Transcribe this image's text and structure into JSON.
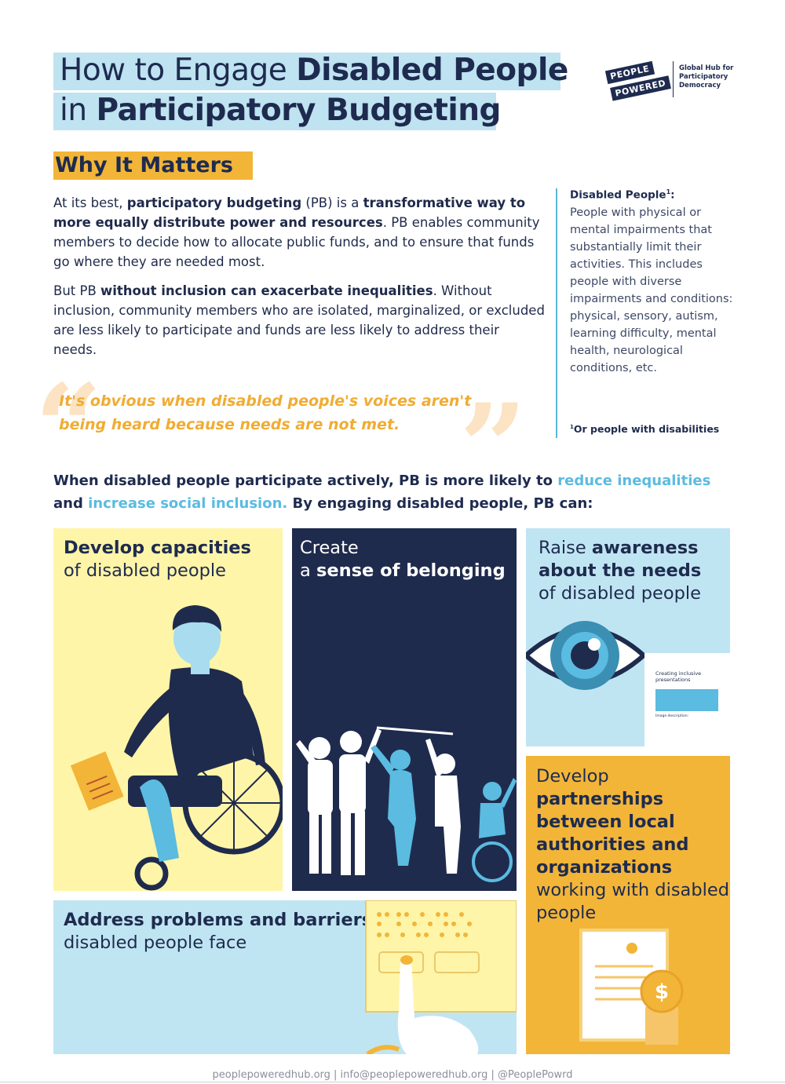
{
  "title": {
    "line1_pre": "How to Engage ",
    "line1_bold": "Disabled People",
    "line2_pre": "in ",
    "line2_bold": "Participatory Budgeting"
  },
  "logo": {
    "word1": "PEOPLE",
    "word2": "POWERED",
    "tagline": "Global Hub for Participatory Democracy"
  },
  "why": {
    "heading": "Why It Matters",
    "p1": {
      "a": "At its best, ",
      "b": "participatory budgeting",
      "c": " (PB) is a ",
      "d": "transformative way to more equally distribute power and resources",
      "e": ". PB enables community members to decide how to allocate public funds, and to ensure that funds go where they are needed most."
    },
    "p2": {
      "a": "But PB ",
      "b": "without inclusion can exacerbate inequalities",
      "c": ". Without inclusion, community members who are isolated, marginalized, or excluded are less likely to participate and funds are less likely to address their needs."
    }
  },
  "definition": {
    "title": "Disabled People",
    "title_mark": "1",
    "title_suffix": ":",
    "body": "People with physical or mental impairments that substantially limit their activities. This includes people with diverse impairments and conditions: physical, sensory, autism, learning difficulty, mental health, neurological conditions, etc.",
    "footnote_mark": "1",
    "footnote": "Or people with disabilities"
  },
  "quote": {
    "open": "“",
    "close": "”",
    "text": "It's obvious when disabled people's voices aren't being heard because needs are not met."
  },
  "lead": {
    "a": "When disabled people participate actively, PB is more likely to ",
    "b": "reduce inequalities",
    "c": " and ",
    "d": "increase social inclusion.",
    "e": " By engaging disabled people, PB can:"
  },
  "panels": {
    "capacities": {
      "bold": "Develop capacities",
      "rest": "of disabled people"
    },
    "belonging": {
      "pre": "Create",
      "pre2": "a ",
      "bold": "sense of belonging"
    },
    "awareness": {
      "pre": "Raise ",
      "bold": "awareness about the needs",
      "rest": "of disabled people",
      "card_caption": "Creating inclusive presentations",
      "card_desc": "Image description:"
    },
    "partnerships": {
      "pre": "Develop",
      "bold": "partnerships between local authorities and organizations",
      "rest": "working with disabled people"
    },
    "barriers": {
      "bold": "Address problems and barriers",
      "rest": "disabled people face"
    }
  },
  "footer": "peoplepoweredhub.org | info@peoplepoweredhub.org | @PeoplePowrd",
  "colors": {
    "navy": "#1e2b4f",
    "light_blue": "#c0e5f2",
    "yellow_light": "#fff5a8",
    "orange": "#f2b538",
    "accent_blue": "#5bbbe0",
    "quote_orange": "#f0ac33"
  }
}
